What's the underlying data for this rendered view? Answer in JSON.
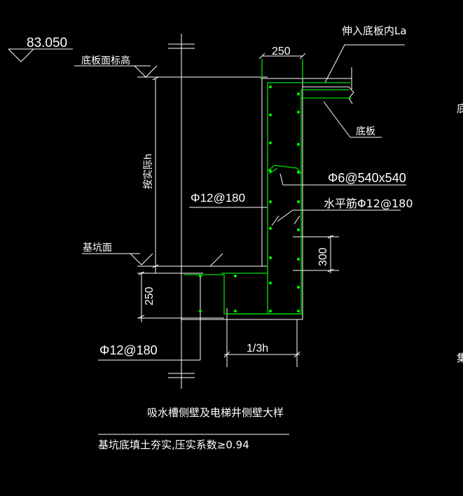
{
  "colors": {
    "background": "#000000",
    "line": "#ffffff",
    "rebar": "#00e000",
    "bar_dot": "#00ff00"
  },
  "texts": {
    "elevation_value": "83.050",
    "slab_top_elevation": "底板面标高",
    "extend_into_slab": "伸入底板内La",
    "dim_250_top": "250",
    "slab_label": "底板",
    "stirrup_tie": "Φ6@540x540",
    "vertical_bar": "Φ12@180",
    "horizontal_bar": "水平筋Φ12@180",
    "depth_h": "按实际h",
    "pit_surface": "基坑面",
    "dim_300": "300",
    "dim_250_left": "250",
    "bottom_bar": "Φ12@180",
    "dim_one_third_h": "1/3h",
    "title": "吸水槽侧壁及电梯井侧壁大样",
    "note": "基坑底填土夯实,压实系数≥0.94",
    "edge_char_1": "底",
    "edge_char_2": "集"
  },
  "icons": {
    "elevation_marker": "elevation-triangle-icon",
    "break_line": "break-line-icon"
  }
}
